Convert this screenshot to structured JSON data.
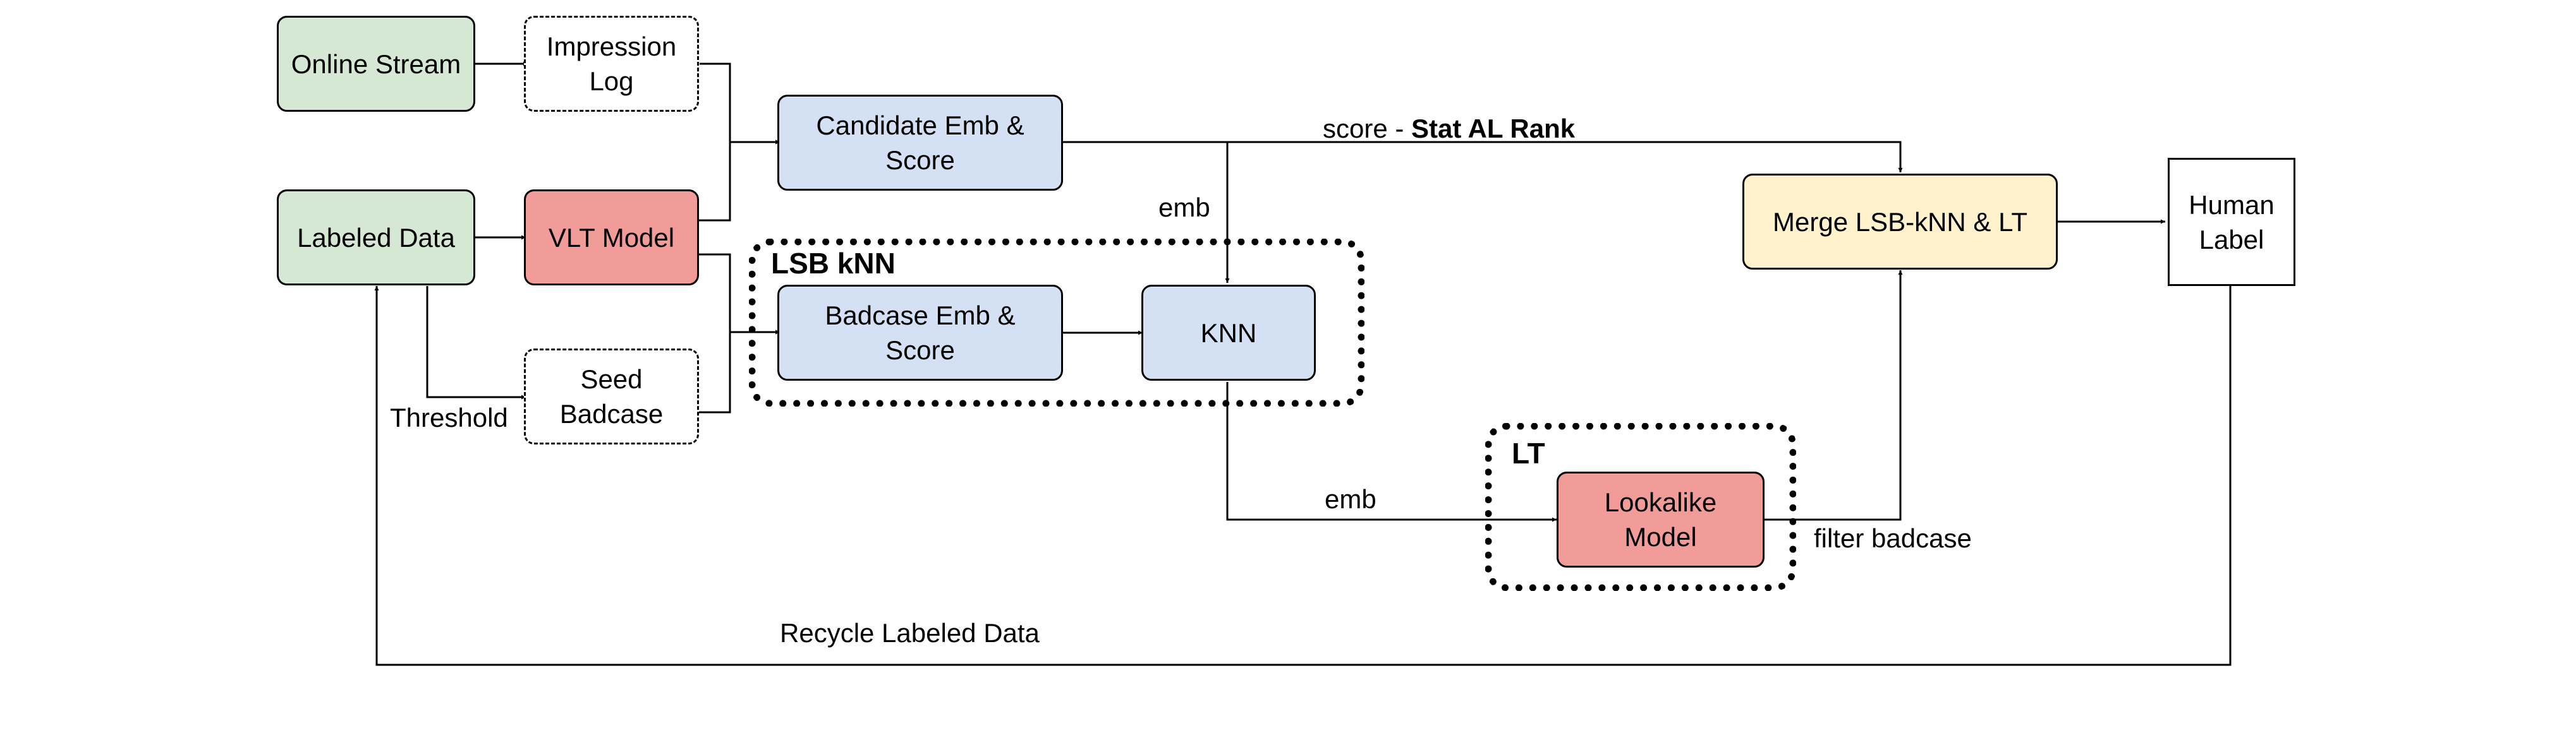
{
  "nodes": {
    "online_stream": "Online Stream",
    "impression_log": "Impression\nLog",
    "labeled_data": "Labeled Data",
    "vlt_model": "VLT Model",
    "seed_badcase": "Seed\nBadcase",
    "candidate_emb": "Candidate Emb &\nScore",
    "badcase_emb": "Badcase Emb &\nScore",
    "knn": "KNN",
    "lookalike_model": "Lookalike\nModel",
    "merge": "Merge LSB-kNN & LT",
    "human_label": "Human\nLabel"
  },
  "groups": {
    "lsb_knn": "LSB kNN",
    "lt": "LT"
  },
  "edge_labels": {
    "score_prefix": "score - ",
    "score_bold": "Stat AL Rank",
    "emb_top": "emb",
    "emb_bottom": "emb",
    "threshold": "Threshold",
    "filter_badcase": "filter badcase",
    "recycle": "Recycle Labeled Data"
  },
  "colors": {
    "green": "#d5e8d4",
    "red": "#f19c99",
    "blue": "#d4e1f5",
    "yellow": "#fff2cc",
    "line": "#000000"
  }
}
